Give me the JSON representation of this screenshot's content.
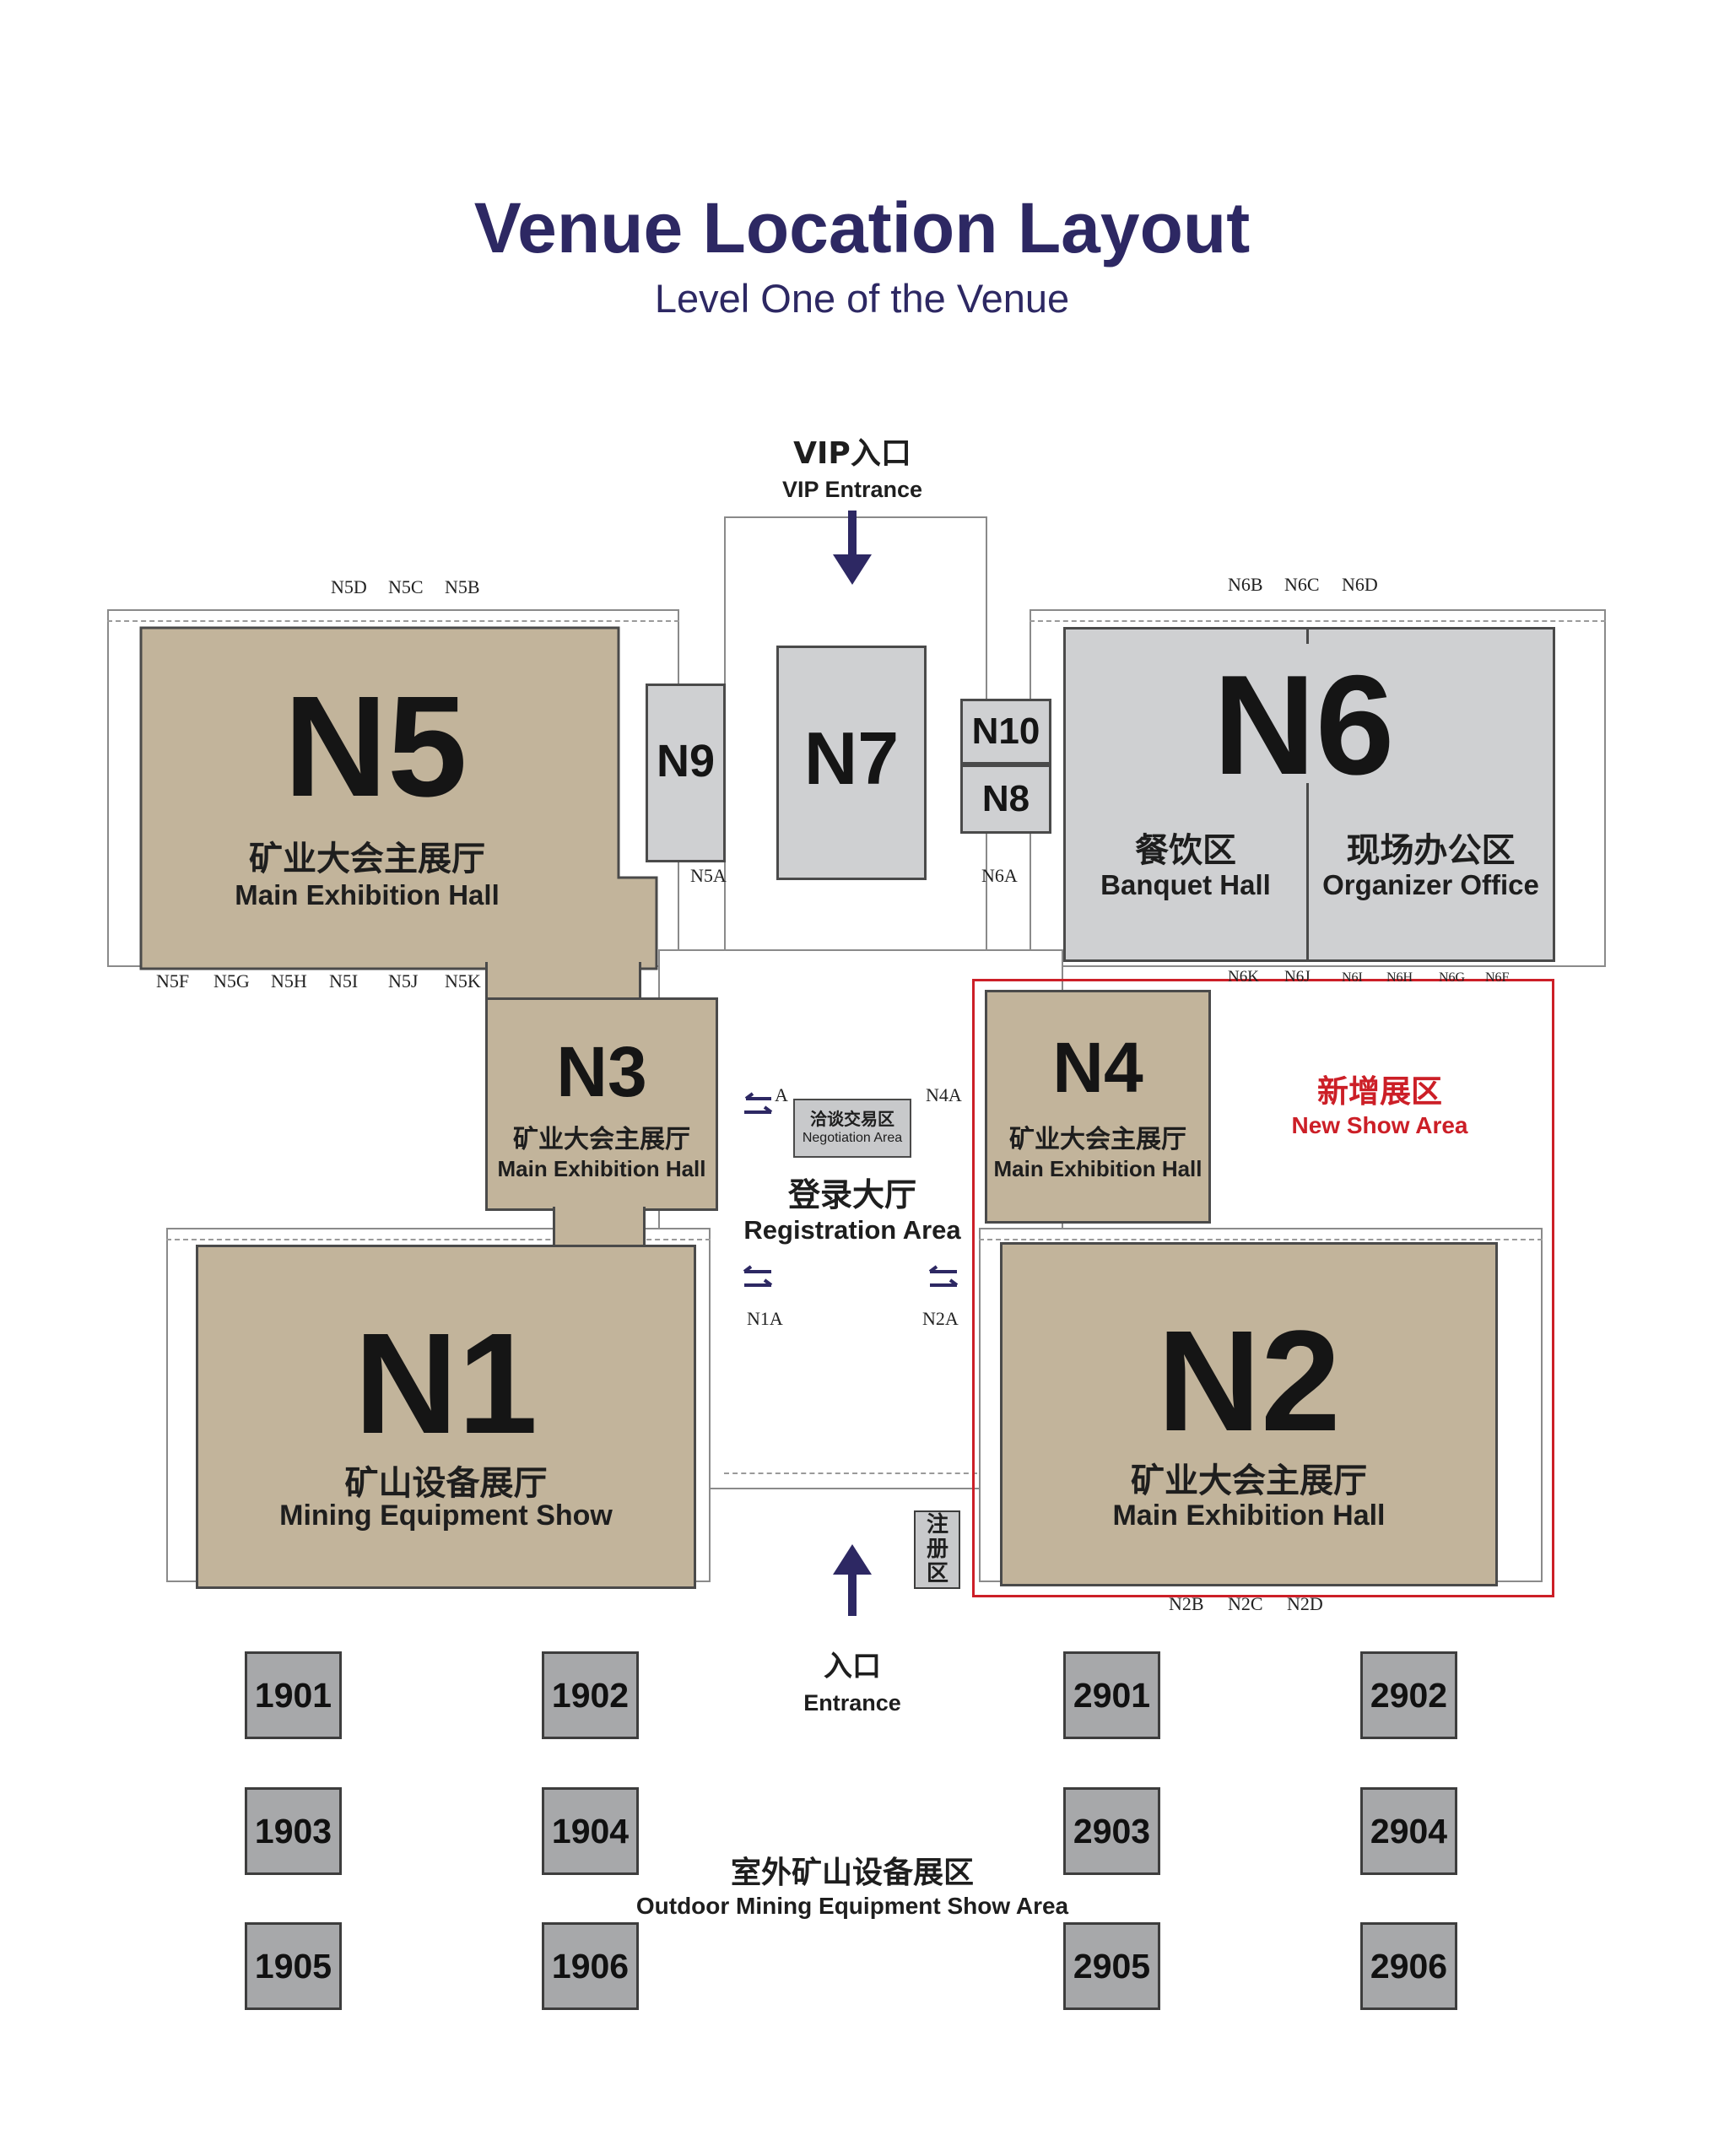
{
  "header": {
    "title": "Venue Location Layout",
    "subtitle": "Level One of the Venue"
  },
  "entrances": {
    "vip_zh": "VIP入口",
    "vip_en": "VIP Entrance",
    "main_zh": "入口",
    "main_en": "Entrance"
  },
  "halls": {
    "n5": {
      "code": "N5",
      "zh": "矿业大会主展厅",
      "en": "Main Exhibition Hall"
    },
    "n9": {
      "code": "N9"
    },
    "n7": {
      "code": "N7"
    },
    "n10": {
      "code": "N10"
    },
    "n8": {
      "code": "N8"
    },
    "n6": {
      "code": "N6",
      "left_zh": "餐饮区",
      "left_en": "Banquet Hall",
      "right_zh": "现场办公区",
      "right_en": "Organizer Office"
    },
    "n3": {
      "code": "N3",
      "zh": "矿业大会主展厅",
      "en": "Main Exhibition Hall"
    },
    "n4": {
      "code": "N4",
      "zh": "矿业大会主展厅",
      "en": "Main Exhibition Hall"
    },
    "n1": {
      "code": "N1",
      "zh": "矿山设备展厅",
      "en": "Mining Equipment Show"
    },
    "n2": {
      "code": "N2",
      "zh": "矿业大会主展厅",
      "en": "Main Exhibition Hall"
    }
  },
  "areas": {
    "negotiation_zh": "洽谈交易区",
    "negotiation_en": "Negotiation Area",
    "registration_zh": "登录大厅",
    "registration_en": "Registration Area",
    "new_area_zh": "新增展区",
    "new_area_en": "New Show Area",
    "register_zone_zh": "注册区",
    "outdoor_zh": "室外矿山设备展区",
    "outdoor_en": "Outdoor Mining Equipment Show Area"
  },
  "gates": {
    "n5_top": [
      "N5D",
      "N5C",
      "N5B"
    ],
    "n5_bottom": [
      "N5F",
      "N5G",
      "N5H",
      "N5I",
      "N5J",
      "N5K"
    ],
    "n5a": "N5A",
    "n6_top": [
      "N6B",
      "N6C",
      "N6D"
    ],
    "n6_bottom": [
      "N6K",
      "N6J",
      "N6I",
      "N6H",
      "N6G",
      "N6F"
    ],
    "n6a": "N6A",
    "n4a": "N4A",
    "n3a": "A",
    "n1a": "N1A",
    "n2a": "N2A",
    "n2_bottom": [
      "N2B",
      "N2C",
      "N2D"
    ]
  },
  "booths": [
    "1901",
    "1902",
    "2901",
    "2902",
    "1903",
    "1904",
    "2903",
    "2904",
    "1905",
    "1906",
    "2905",
    "2906"
  ],
  "colors": {
    "hall_tan": "#c2b49b",
    "hall_gray": "#cfd0d2",
    "title_navy": "#2d2863",
    "highlight_red": "#cc1f27"
  }
}
